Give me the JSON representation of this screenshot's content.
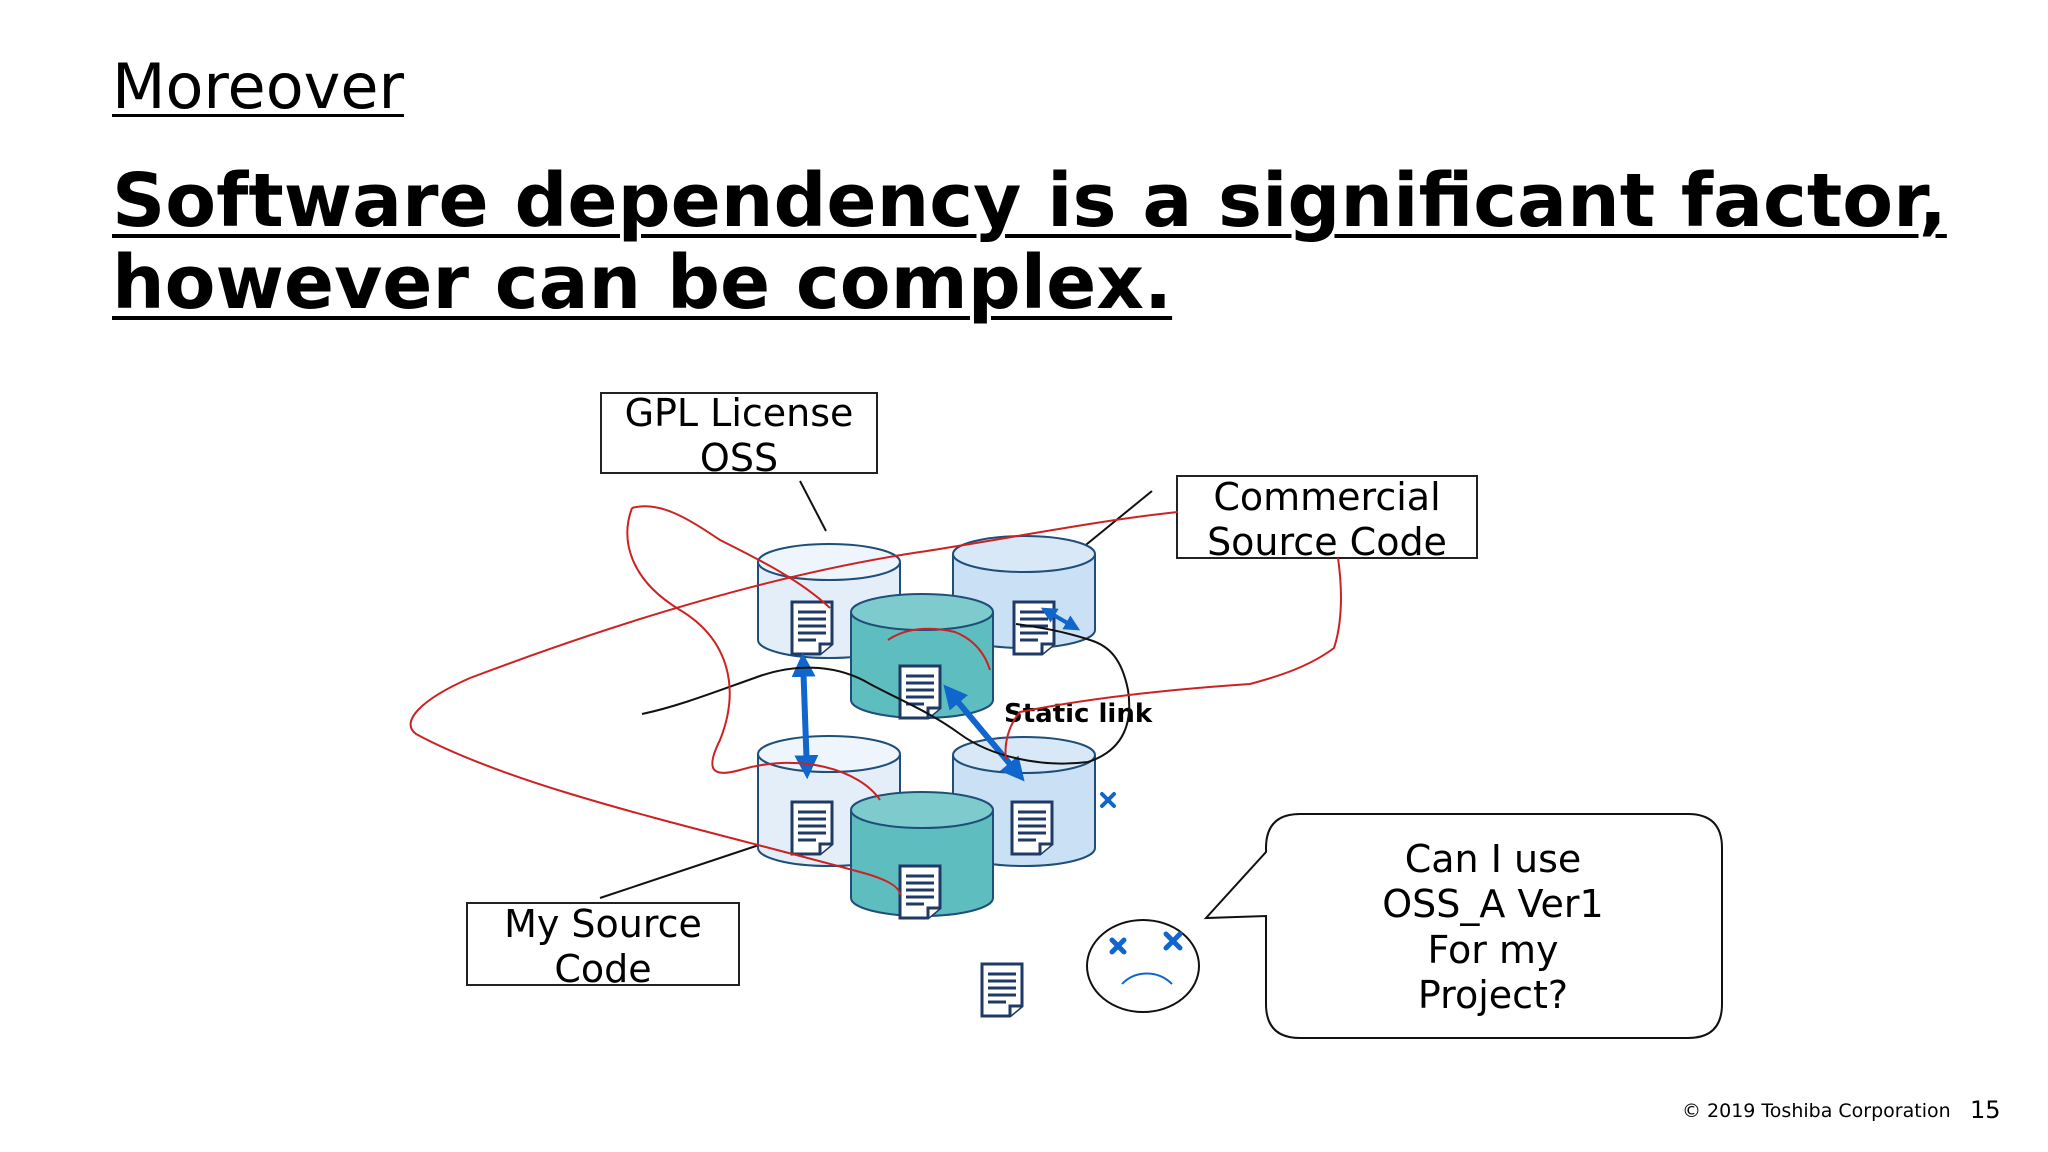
{
  "slide": {
    "subtitle": "Moreover",
    "headline_line1": "Software dependency is a significant factor,",
    "headline_line2": "however can be complex."
  },
  "diagram": {
    "gpl_box": {
      "line1": "GPL License",
      "line2": "OSS"
    },
    "commercial_box": {
      "line1": "Commercial",
      "line2": "Source Code"
    },
    "my_source_box": {
      "line1": "My Source",
      "line2": "Code"
    },
    "static_link_label": "Static link",
    "speech_bubble": {
      "line1": "Can I use",
      "line2": "OSS_A Ver1",
      "line3": "For my",
      "line4": "Project?"
    },
    "colors": {
      "light_cylinder": "#e3eef9",
      "mid_cylinder": "#c9e0f5",
      "teal_cylinder": "#5dbdbf",
      "outline": "#1f4e79",
      "arrow": "#1066cc",
      "red_scribble": "#cc2222"
    }
  },
  "footer": {
    "copyright": "© 2019 Toshiba Corporation",
    "page_number": "15"
  }
}
